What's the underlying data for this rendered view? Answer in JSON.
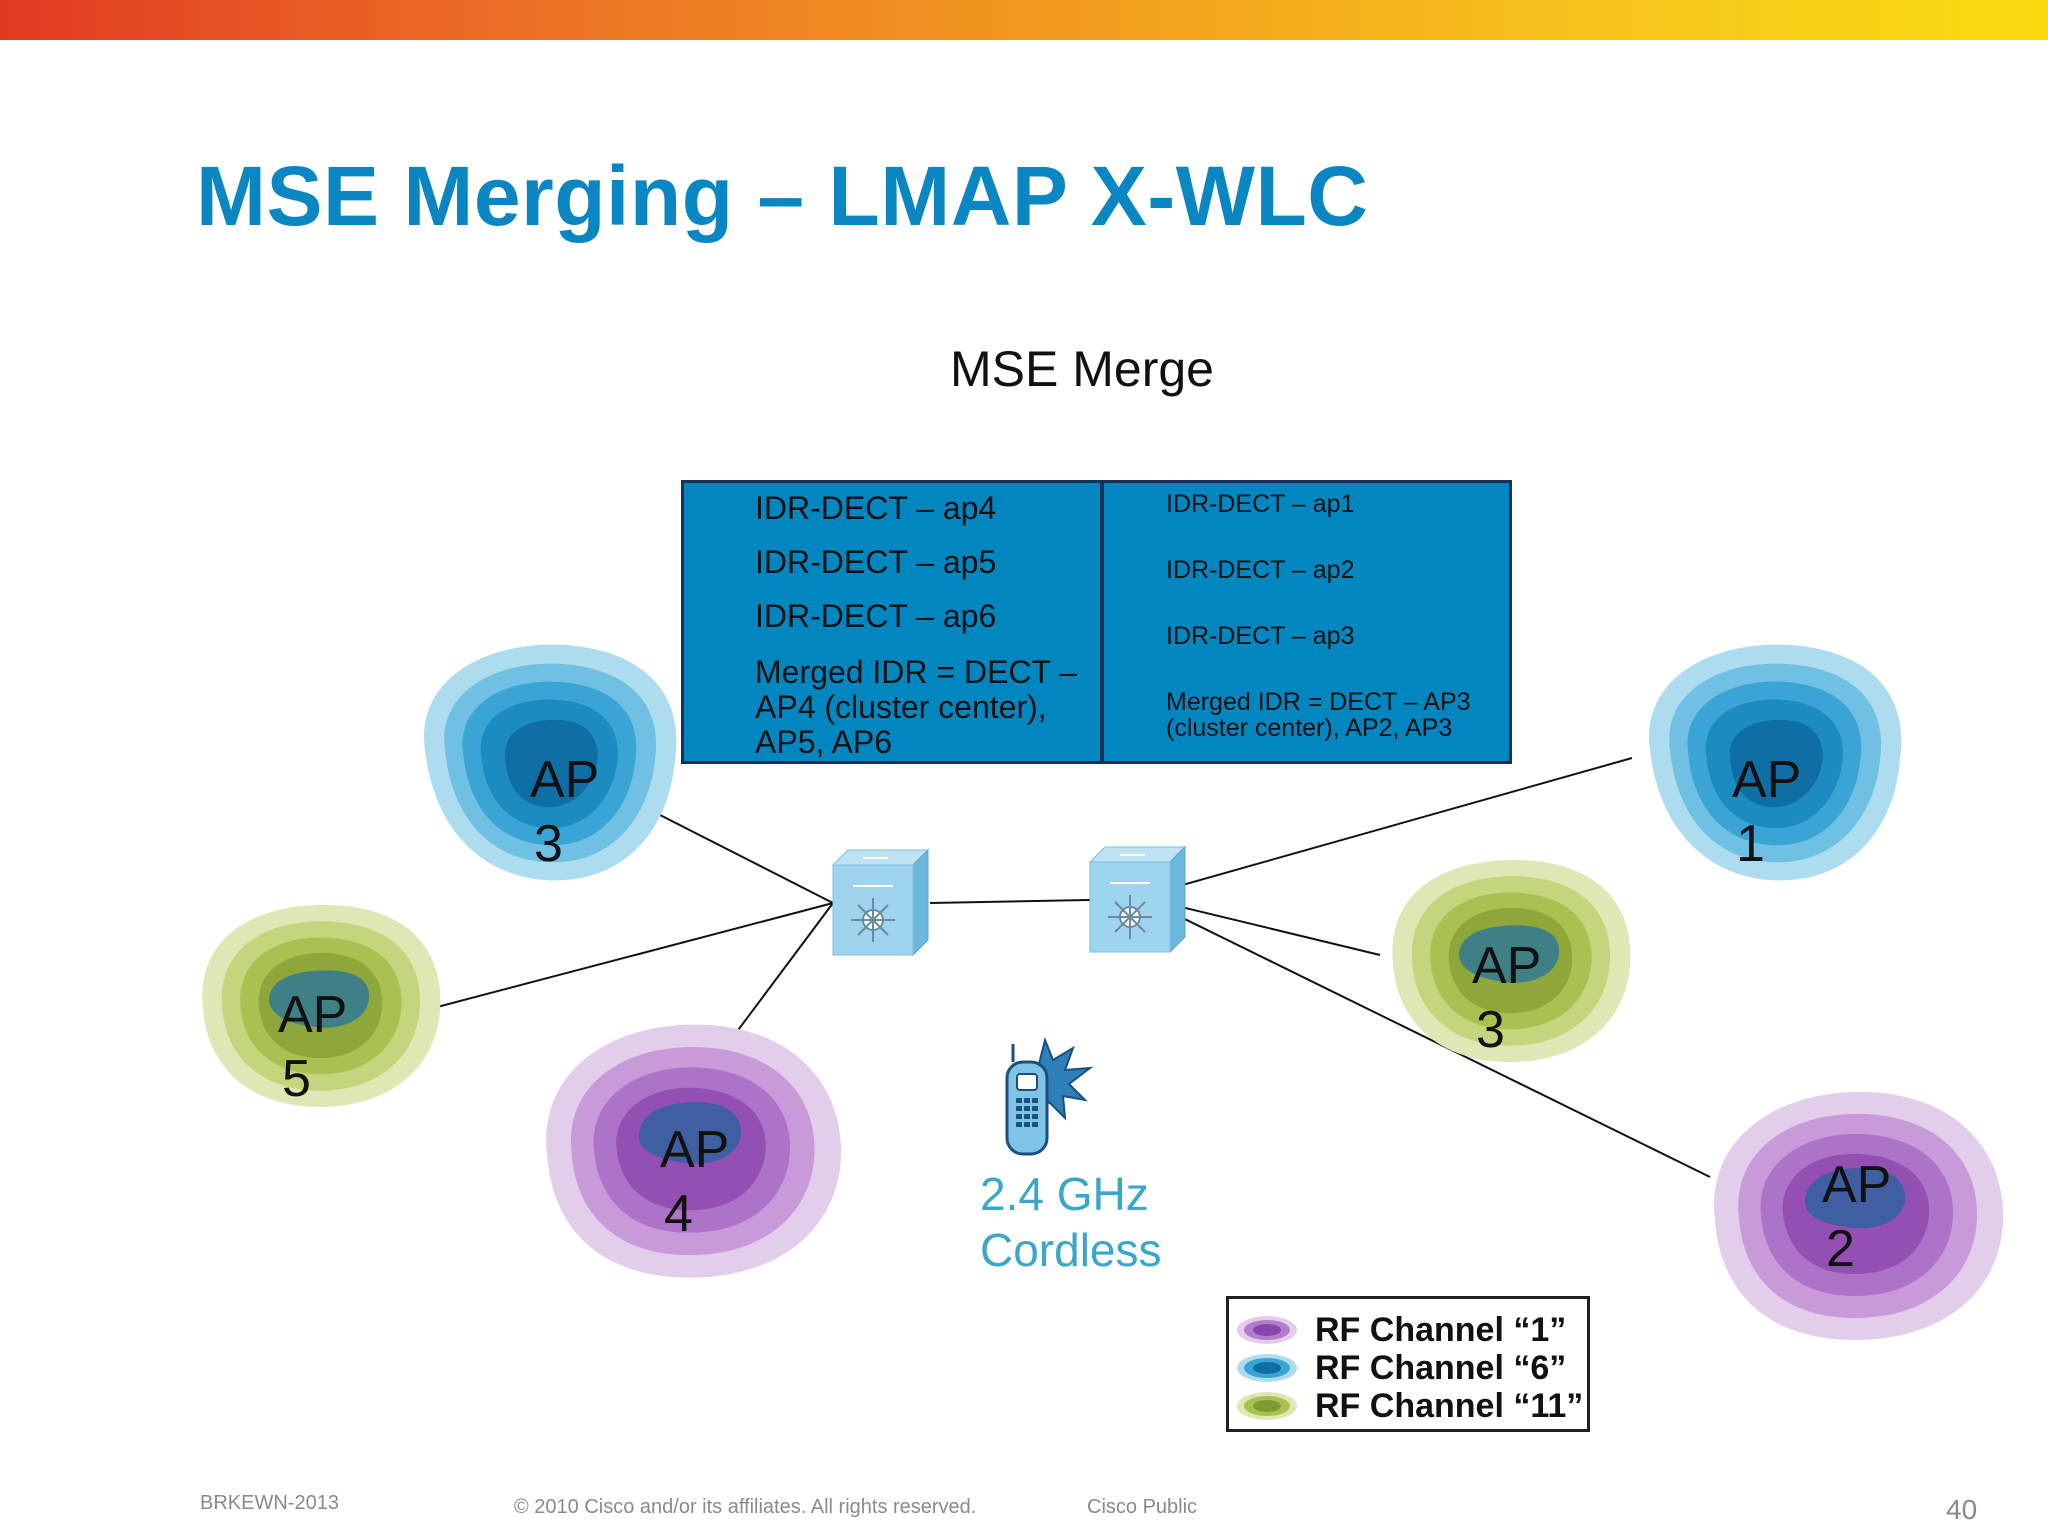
{
  "slide": {
    "title": "MSE Merging – LMAP  X-WLC",
    "subtitle": "MSE Merge"
  },
  "idr_left": {
    "lines": [
      "IDR-DECT – ap4",
      "IDR-DECT – ap5",
      "IDR-DECT – ap6",
      "Merged IDR = DECT –",
      "AP4 (cluster center),",
      "AP5, AP6"
    ]
  },
  "idr_right": {
    "lines": [
      "IDR-DECT – ap1",
      "IDR-DECT – ap2",
      "IDR-DECT – ap3",
      "Merged IDR = DECT – AP3",
      "(cluster center), AP2, AP3"
    ]
  },
  "access_points": [
    {
      "label": "AP",
      "number": "3",
      "channel": "6"
    },
    {
      "label": "AP",
      "number": "5",
      "channel": "11"
    },
    {
      "label": "AP",
      "number": "4",
      "channel": "1"
    },
    {
      "label": "AP",
      "number": "1",
      "channel": "6"
    },
    {
      "label": "AP",
      "number": "3",
      "channel": "11"
    },
    {
      "label": "AP",
      "number": "2",
      "channel": "1"
    }
  ],
  "phone": {
    "icon": "cordless-phone-icon",
    "label_line1": "2.4 GHz",
    "label_line2": "Cordless"
  },
  "legend": {
    "items": [
      {
        "text": "RF Channel “1”",
        "color": "#9a57b8"
      },
      {
        "text": "RF Channel “6”",
        "color": "#1f8fc4"
      },
      {
        "text": "RF Channel “11”",
        "color": "#93ad34"
      }
    ]
  },
  "footer": {
    "session": "BRKEWN-2013",
    "copyright": "© 2010 Cisco and/or its affiliates. All rights reserved.",
    "classification": "Cisco Public",
    "page": "40"
  },
  "colors": {
    "title": "#0a86c2",
    "idr_box": "#0286c0",
    "cordless_text": "#3aa6cc"
  }
}
